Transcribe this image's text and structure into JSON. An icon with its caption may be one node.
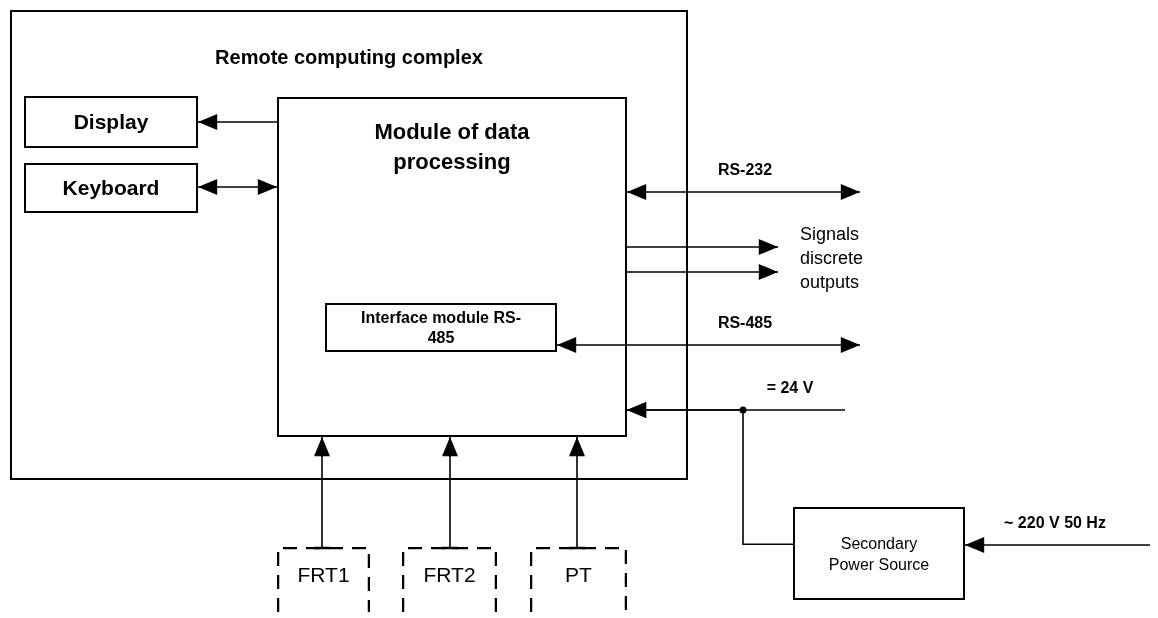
{
  "diagram": {
    "nodes": [
      {
        "text": [
          "Remote computing complex"
        ]
      },
      {
        "text": [
          "Display"
        ],
        "in": 0
      },
      {
        "text": [
          "Keyboard"
        ],
        "in": 0
      },
      {
        "text": [
          "Module of data processing"
        ],
        "in": 0
      },
      {
        "text": [
          "Interface module RS-485"
        ],
        "in": 3
      },
      {
        "text": [
          "FRT1"
        ]
      },
      {
        "text": [
          "FRT2"
        ]
      },
      {
        "text": [
          "PT"
        ]
      },
      {
        "text": [
          "Secondary Power Source"
        ]
      }
    ],
    "edges": [
      {
        "from": 3,
        "to": 1,
        "arrow": "to"
      },
      {
        "from": 2,
        "to": 3,
        "arrow": "both"
      },
      {
        "from": 3,
        "to": null,
        "arrow": "both",
        "label": "RS-232"
      },
      {
        "from": 3,
        "to": null,
        "arrow": "to"
      },
      {
        "from": 3,
        "to": null,
        "arrow": "to"
      },
      {
        "from": 4,
        "to": null,
        "arrow": "both",
        "label": "RS-485"
      },
      {
        "from": null,
        "to": 3,
        "arrow": "to",
        "label": "= 24 V"
      },
      {
        "from": 8,
        "to": 3,
        "arrow": "to"
      },
      {
        "from": null,
        "to": 8,
        "arrow": "to",
        "label": "~ 220 V 50 Hz"
      },
      {
        "from": 5,
        "to": 3,
        "arrow": "to"
      },
      {
        "from": 6,
        "to": 3,
        "arrow": "to"
      },
      {
        "from": 7,
        "to": 3,
        "arrow": "to"
      }
    ],
    "labels": [
      "Signals discrete outputs"
    ]
  }
}
